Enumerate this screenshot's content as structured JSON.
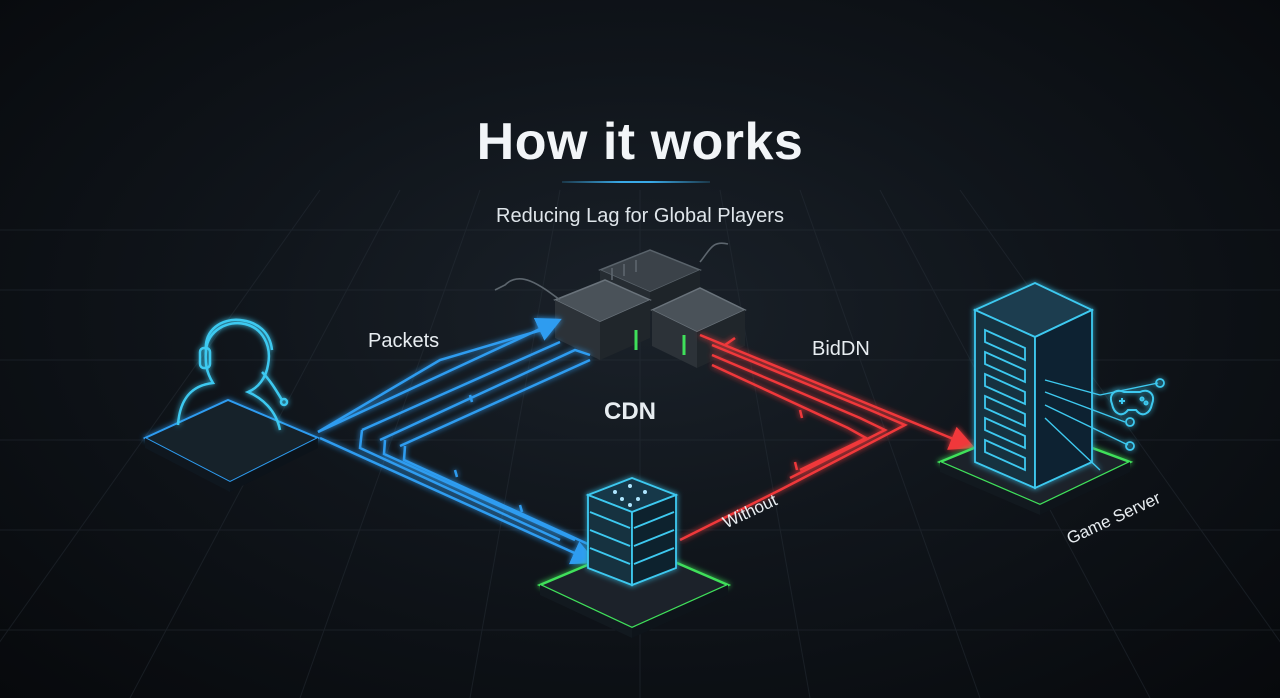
{
  "diagram": {
    "title": "How it works",
    "subtitle": "Reducing Lag for Global Players",
    "labels": {
      "packets": "Packets",
      "cdn": "CDN",
      "bidn": "BidDN",
      "without": "Without",
      "game_server": "Game Server"
    },
    "nodes": [
      {
        "id": "player",
        "icon": "headset-user-icon"
      },
      {
        "id": "router-hub",
        "icon": "network-switch-icon"
      },
      {
        "id": "cdn-server",
        "icon": "server-stack-icon"
      },
      {
        "id": "game-server",
        "icon": "server-tower-icon"
      },
      {
        "id": "gamepad",
        "icon": "gamepad-icon"
      }
    ],
    "colors": {
      "blue_path": "#2f9cf0",
      "red_path": "#f0393a",
      "platform_green": "#3fe05a",
      "icon_cyan": "#3ec9f0",
      "title": "#f2f5f8"
    }
  }
}
